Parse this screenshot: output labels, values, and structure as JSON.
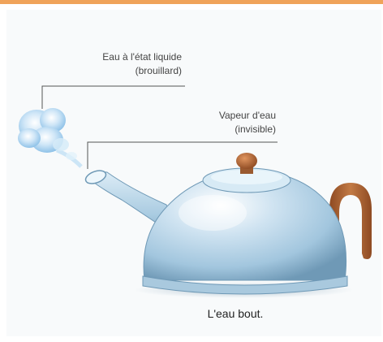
{
  "colors": {
    "top_bar": "#f0a35a",
    "kettle_body": "#b3d3e8",
    "kettle_shadow": "#6f99b6",
    "handle": "#b9693a",
    "steam": "#9cc9ea",
    "leader_line": "#555555"
  },
  "labels": {
    "liquid_line1": "Eau à l'état liquide",
    "liquid_line2": "(brouillard)",
    "vapour_line1": "Vapeur d'eau",
    "vapour_line2": "(invisible)"
  },
  "caption": "L'eau bout."
}
